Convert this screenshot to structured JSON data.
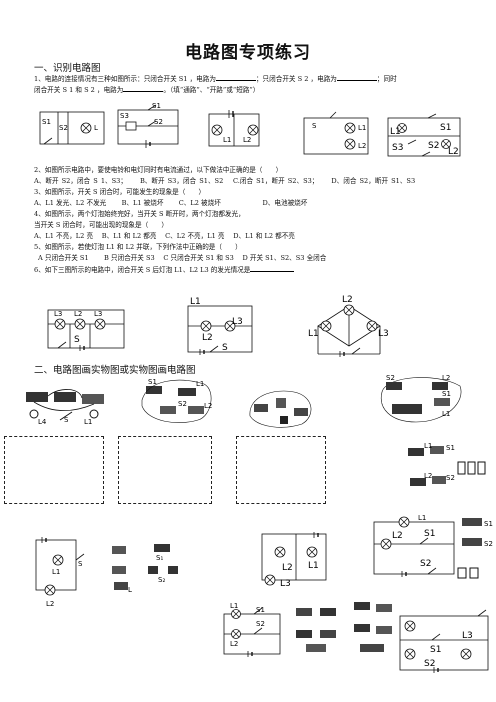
{
  "title": "电路图专项练习",
  "section1": "一、识别电路图",
  "q1": {
    "a": "1、电路的连接情况有三种如图所示：只闭合开关 S1 ，电路为",
    "b": "；只闭合开关 S 2 ，电路为",
    "c": "；同时",
    "line2": "闭合开关 S 1 和 S 2 ，电路为",
    "hint": "。（填“通路”、“开路”或“短路”）"
  },
  "q2": {
    "stem": "2、如图所示电路中，要使电铃和电灯同时有电流通过，以下做法中正确的是（　　）",
    "options": [
      "A、断开 S2，闭合 S 1、S3；",
      "B、断开 S3，闭合 S1、S2",
      "C.闭合 S1，断开 S2、S3；",
      "D、闭合 S2，断开 S1、S3"
    ]
  },
  "q3": {
    "stem": "3、如图所示，开关 S 闭合时，可能发生的现象是（　　）",
    "options": [
      "A、L1 发光、L2 不发光",
      "B、L1 被烧坏",
      "C、L2 被烧坏",
      "D、电池被烧坏"
    ]
  },
  "q4": {
    "stem": "4、如图所示，两个灯泡始终完好，当开关 S 断开时，两个灯泡都发光，",
    "stem2": "当开关 S 闭合时，可能出现的现象是（　　）",
    "options": [
      "A、L1 不亮，L2 亮",
      "B、L1 和 L2 都亮",
      "C、L2 不亮，L1 亮",
      "D、L1 和 L2 都不亮"
    ]
  },
  "q5": {
    "stem": "5、如图所示，若使灯泡 L1 和 L2 并联，下列作法中正确的是（　　）",
    "options": [
      "A 只闭合开关 S1",
      "B 只闭合开关 S3",
      "C 只闭合开关 S1 和 S3",
      "D 开关 S1、S2、S3 全闭合"
    ]
  },
  "q6": {
    "stem": "6、如下三图所示的电路中，闭合开关 S 后灯泡 L1、L2 L3 的发光情况是"
  },
  "section2": "二、电路图画实物图或实物图画电路图",
  "labels": {
    "S": "S",
    "S1": "S1",
    "S2": "S2",
    "S3": "S3",
    "L": "L",
    "L1": "L1",
    "L2": "L2",
    "L3": "L3",
    "L4": "L4",
    "s1": "S₁",
    "s2": "S₂",
    "s3": "S₃",
    "l1": "L₁",
    "l2": "L₂",
    "l3": "L₃"
  }
}
